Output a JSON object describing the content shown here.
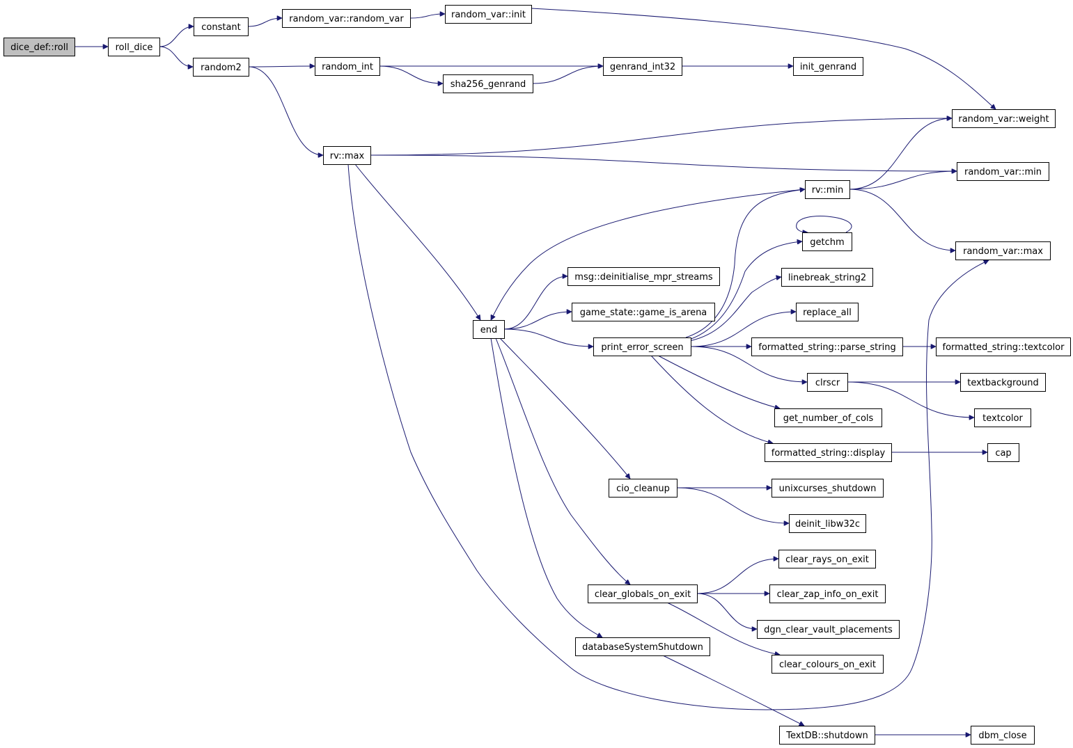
{
  "diagram": {
    "nodes": [
      {
        "id": "dice_def_roll",
        "label": "dice_def::roll",
        "root": true
      },
      {
        "id": "roll_dice",
        "label": "roll_dice"
      },
      {
        "id": "constant",
        "label": "constant"
      },
      {
        "id": "random2",
        "label": "random2"
      },
      {
        "id": "random_var_random_var",
        "label": "random_var::random_var"
      },
      {
        "id": "random_var_init",
        "label": "random_var::init"
      },
      {
        "id": "random_int",
        "label": "random_int"
      },
      {
        "id": "sha256_genrand",
        "label": "sha256_genrand"
      },
      {
        "id": "genrand_int32",
        "label": "genrand_int32"
      },
      {
        "id": "init_genrand",
        "label": "init_genrand"
      },
      {
        "id": "random_var_weight",
        "label": "random_var::weight"
      },
      {
        "id": "rv_max",
        "label": "rv::max"
      },
      {
        "id": "random_var_min",
        "label": "random_var::min"
      },
      {
        "id": "rv_min",
        "label": "rv::min"
      },
      {
        "id": "getchm",
        "label": "getchm"
      },
      {
        "id": "random_var_max",
        "label": "random_var::max"
      },
      {
        "id": "msg_deinit",
        "label": "msg::deinitialise_mpr_streams"
      },
      {
        "id": "linebreak_string2",
        "label": "linebreak_string2"
      },
      {
        "id": "replace_all",
        "label": "replace_all"
      },
      {
        "id": "game_is_arena",
        "label": "game_state::game_is_arena"
      },
      {
        "id": "end",
        "label": "end"
      },
      {
        "id": "print_error_screen",
        "label": "print_error_screen"
      },
      {
        "id": "parse_string",
        "label": "formatted_string::parse_string"
      },
      {
        "id": "fs_textcolor",
        "label": "formatted_string::textcolor"
      },
      {
        "id": "clrscr",
        "label": "clrscr"
      },
      {
        "id": "textbackground",
        "label": "textbackground"
      },
      {
        "id": "get_number_of_cols",
        "label": "get_number_of_cols"
      },
      {
        "id": "textcolor",
        "label": "textcolor"
      },
      {
        "id": "fs_display",
        "label": "formatted_string::display"
      },
      {
        "id": "cap",
        "label": "cap"
      },
      {
        "id": "cio_cleanup",
        "label": "cio_cleanup"
      },
      {
        "id": "unixcurses_shutdown",
        "label": "unixcurses_shutdown"
      },
      {
        "id": "deinit_libw32c",
        "label": "deinit_libw32c"
      },
      {
        "id": "clear_rays_on_exit",
        "label": "clear_rays_on_exit"
      },
      {
        "id": "clear_globals_on_exit",
        "label": "clear_globals_on_exit"
      },
      {
        "id": "clear_zap_info_on_exit",
        "label": "clear_zap_info_on_exit"
      },
      {
        "id": "dgn_clear_vault_placements",
        "label": "dgn_clear_vault_placements"
      },
      {
        "id": "databaseSystemShutdown",
        "label": "databaseSystemShutdown"
      },
      {
        "id": "clear_colours_on_exit",
        "label": "clear_colours_on_exit"
      },
      {
        "id": "textdb_shutdown",
        "label": "TextDB::shutdown"
      },
      {
        "id": "dbm_close",
        "label": "dbm_close"
      }
    ],
    "edges": [
      {
        "from": "dice_def_roll",
        "to": "roll_dice"
      },
      {
        "from": "roll_dice",
        "to": "constant"
      },
      {
        "from": "roll_dice",
        "to": "random2"
      },
      {
        "from": "constant",
        "to": "random_var_random_var"
      },
      {
        "from": "random_var_random_var",
        "to": "random_var_init"
      },
      {
        "from": "random_var_init",
        "to": "random_var_weight"
      },
      {
        "from": "random2",
        "to": "random_int"
      },
      {
        "from": "random2",
        "to": "rv_max"
      },
      {
        "from": "random_int",
        "to": "genrand_int32"
      },
      {
        "from": "random_int",
        "to": "sha256_genrand"
      },
      {
        "from": "sha256_genrand",
        "to": "genrand_int32"
      },
      {
        "from": "genrand_int32",
        "to": "init_genrand"
      },
      {
        "from": "rv_max",
        "to": "random_var_weight"
      },
      {
        "from": "rv_max",
        "to": "random_var_min"
      },
      {
        "from": "rv_max",
        "to": "end"
      },
      {
        "from": "rv_max",
        "to": "random_var_max"
      },
      {
        "from": "rv_min",
        "to": "random_var_weight"
      },
      {
        "from": "rv_min",
        "to": "random_var_min"
      },
      {
        "from": "rv_min",
        "to": "random_var_max"
      },
      {
        "from": "rv_min",
        "to": "end"
      },
      {
        "from": "getchm",
        "to": "getchm"
      },
      {
        "from": "end",
        "to": "msg_deinit"
      },
      {
        "from": "end",
        "to": "game_is_arena"
      },
      {
        "from": "end",
        "to": "print_error_screen"
      },
      {
        "from": "end",
        "to": "cio_cleanup"
      },
      {
        "from": "end",
        "to": "clear_globals_on_exit"
      },
      {
        "from": "end",
        "to": "databaseSystemShutdown"
      },
      {
        "from": "print_error_screen",
        "to": "rv_min"
      },
      {
        "from": "print_error_screen",
        "to": "getchm"
      },
      {
        "from": "print_error_screen",
        "to": "linebreak_string2"
      },
      {
        "from": "print_error_screen",
        "to": "replace_all"
      },
      {
        "from": "print_error_screen",
        "to": "parse_string"
      },
      {
        "from": "print_error_screen",
        "to": "clrscr"
      },
      {
        "from": "print_error_screen",
        "to": "get_number_of_cols"
      },
      {
        "from": "print_error_screen",
        "to": "fs_display"
      },
      {
        "from": "parse_string",
        "to": "fs_textcolor"
      },
      {
        "from": "clrscr",
        "to": "textbackground"
      },
      {
        "from": "clrscr",
        "to": "textcolor"
      },
      {
        "from": "fs_display",
        "to": "cap"
      },
      {
        "from": "cio_cleanup",
        "to": "unixcurses_shutdown"
      },
      {
        "from": "cio_cleanup",
        "to": "deinit_libw32c"
      },
      {
        "from": "clear_globals_on_exit",
        "to": "clear_rays_on_exit"
      },
      {
        "from": "clear_globals_on_exit",
        "to": "clear_zap_info_on_exit"
      },
      {
        "from": "clear_globals_on_exit",
        "to": "dgn_clear_vault_placements"
      },
      {
        "from": "clear_globals_on_exit",
        "to": "clear_colours_on_exit"
      },
      {
        "from": "databaseSystemShutdown",
        "to": "textdb_shutdown"
      },
      {
        "from": "textdb_shutdown",
        "to": "dbm_close"
      }
    ]
  }
}
